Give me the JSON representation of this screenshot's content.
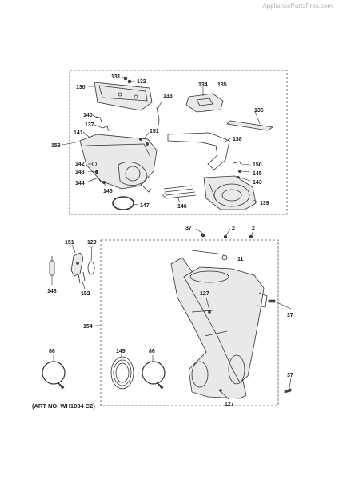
{
  "watermark": "AppliancePartsPros.com",
  "art_number": "(ART NO. WH1034 C2)",
  "callouts": {
    "c131": "131",
    "c132": "132",
    "c130": "130",
    "c133": "133",
    "c134": "134",
    "c135": "135",
    "c136": "136",
    "c140": "140",
    "c137": "137",
    "c141": "141",
    "c151a": "151",
    "c138": "138",
    "c153": "153",
    "c142": "142",
    "c143a": "143",
    "c144": "144",
    "c145a": "145",
    "c150": "150",
    "c145b": "145",
    "c143b": "143",
    "c147": "147",
    "c146": "146",
    "c139": "139",
    "c37a": "37",
    "c2a": "2",
    "c2b": "2",
    "c151b": "151",
    "c129": "129",
    "c11": "11",
    "c148": "148",
    "c152": "152",
    "c127a": "127",
    "c37b": "37",
    "c154": "154",
    "c86a": "86",
    "c149": "149",
    "c86b": "86",
    "c37c": "37",
    "c127b": "127"
  }
}
